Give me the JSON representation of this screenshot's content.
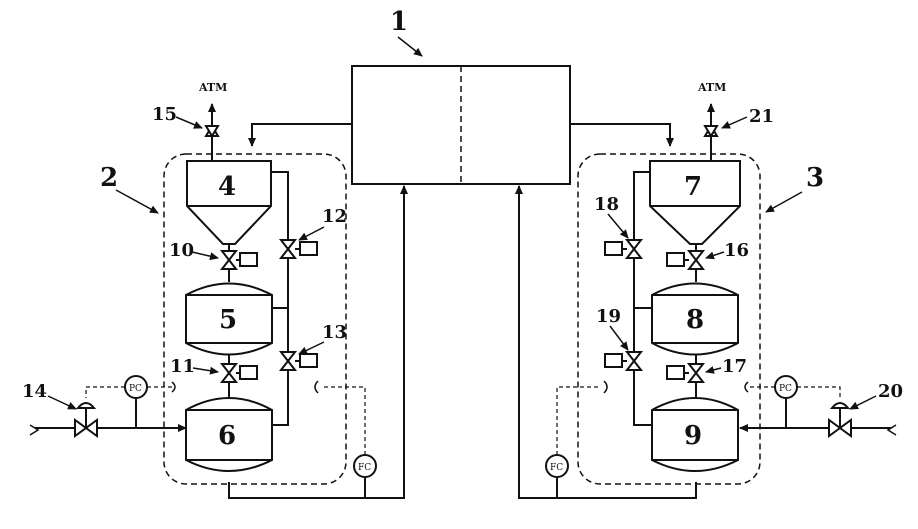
{
  "labels": {
    "top_unit": "1",
    "left_group": "2",
    "right_group": "3",
    "hopper_left": "4",
    "vessel_left_mid": "5",
    "vessel_left_bottom": "6",
    "hopper_right": "7",
    "vessel_right_mid": "8",
    "vessel_right_bottom": "9",
    "valve_10": "10",
    "valve_11": "11",
    "valve_12": "12",
    "valve_13": "13",
    "valve_14": "14",
    "vent_15": "15",
    "valve_16": "16",
    "valve_17": "17",
    "valve_18": "18",
    "valve_19": "19",
    "valve_20": "20",
    "vent_21": "21"
  },
  "atm_left": "ATM",
  "atm_right": "ATM",
  "pc_left": "PC",
  "pc_right": "PC",
  "fc_left": "FC",
  "fc_right": "FC"
}
